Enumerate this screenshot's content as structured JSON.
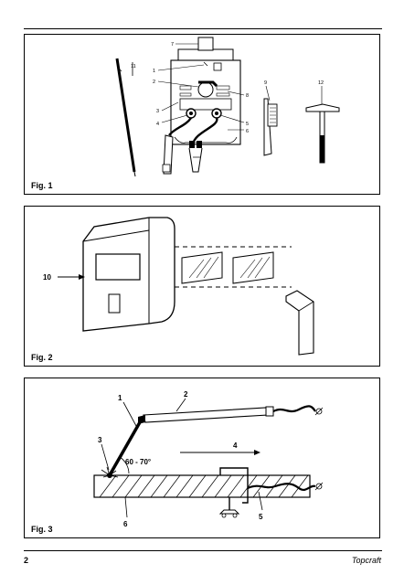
{
  "figures": [
    {
      "label": "Fig. 1",
      "callouts": [
        "1",
        "2",
        "3",
        "4",
        "5",
        "6",
        "7",
        "8",
        "9",
        "11",
        "12"
      ]
    },
    {
      "label": "Fig. 2",
      "callouts": [
        "10"
      ]
    },
    {
      "label": "Fig. 3",
      "callouts": [
        "1",
        "2",
        "3",
        "4",
        "5",
        "6"
      ],
      "angle_label": "60 - 70°"
    }
  ],
  "footer": {
    "page_number": "2",
    "brand": "Topcraft"
  }
}
